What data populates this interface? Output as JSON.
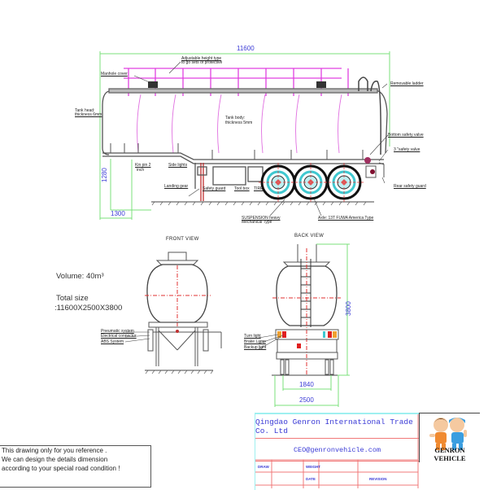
{
  "side_view": {
    "overall_length": "11600",
    "height_dim": "1280",
    "kingpin_offset": "1300",
    "labels": {
      "handrail": "Adjustable height type to go sets of protective",
      "handrail_line1": "Adjustable height type",
      "handrail_line2": "to go sets of protective",
      "manhole": "Manhole cover",
      "tank_head": "Tank head: thickness 6mm",
      "tank_head_line1": "Tank head:",
      "tank_head_line2": "thickness 6mm",
      "tank_body": "Tank body: thickness 5mm",
      "tank_body_line1": "Tank body:",
      "tank_body_line2": "thickness 5mm",
      "removable_ladder": "Removable ladder",
      "bottom_valve": "Bottom safety valve",
      "safety_valve": "3 \"safety valve",
      "rear_guard": "Rear safety guard",
      "kingpin": "Kin pin 2 inch",
      "kingpin_line1": "Kin pin  2",
      "kingpin_line2": "inch",
      "side_lights": "Side lights",
      "landing_gear": "Landing gear",
      "safety_guard": "Safety guard",
      "tool_box": "Tool box",
      "tire": "TIRE",
      "suspension": "SUSPENSION heavy Mechanical Type",
      "suspension_line1": "SUSPENSION heavy",
      "suspension_line2": "Mechanical Type",
      "axle": "Axle: 13T FUWA America Type"
    }
  },
  "front_view": {
    "title": "FRONT VIEW",
    "labels": {
      "pneumatic": "Pneumatic system",
      "electrical": "Electrical connector",
      "abs": "ABS System"
    }
  },
  "back_view": {
    "title": "BACK VIEW",
    "height": "3800",
    "inner_width": "1840",
    "outer_width": "2500",
    "labels": {
      "turn_light": "Turn light",
      "brake_lamp": "Brake Lamp",
      "backup_light": "Backup light"
    }
  },
  "specs": {
    "volume": "Volume: 40m³",
    "total_size_label": "Total size",
    "total_size_value": ":11600X2500X3800"
  },
  "note": {
    "line1": "This drawing only for you reference .",
    "line2": "We can design the details dimension",
    "line3": "according to your special road condition !"
  },
  "title_block": {
    "company": "Qingdao Genron International Trade Co. Ltd",
    "email": "CEO@genronvehicle.com",
    "draw": "DRAW",
    "weight": "WEIGHT",
    "date": "DATE",
    "revision": "REVISION",
    "logo_text": "GENRON VEHICLE"
  },
  "colors": {
    "dimension_lines": "#7be07b",
    "handrail": "#e040e0",
    "centerline": "#e03030",
    "dimension_text": "#3b3bd6",
    "wheel_hub": "#40c8d0",
    "title_border": "#f07878"
  }
}
